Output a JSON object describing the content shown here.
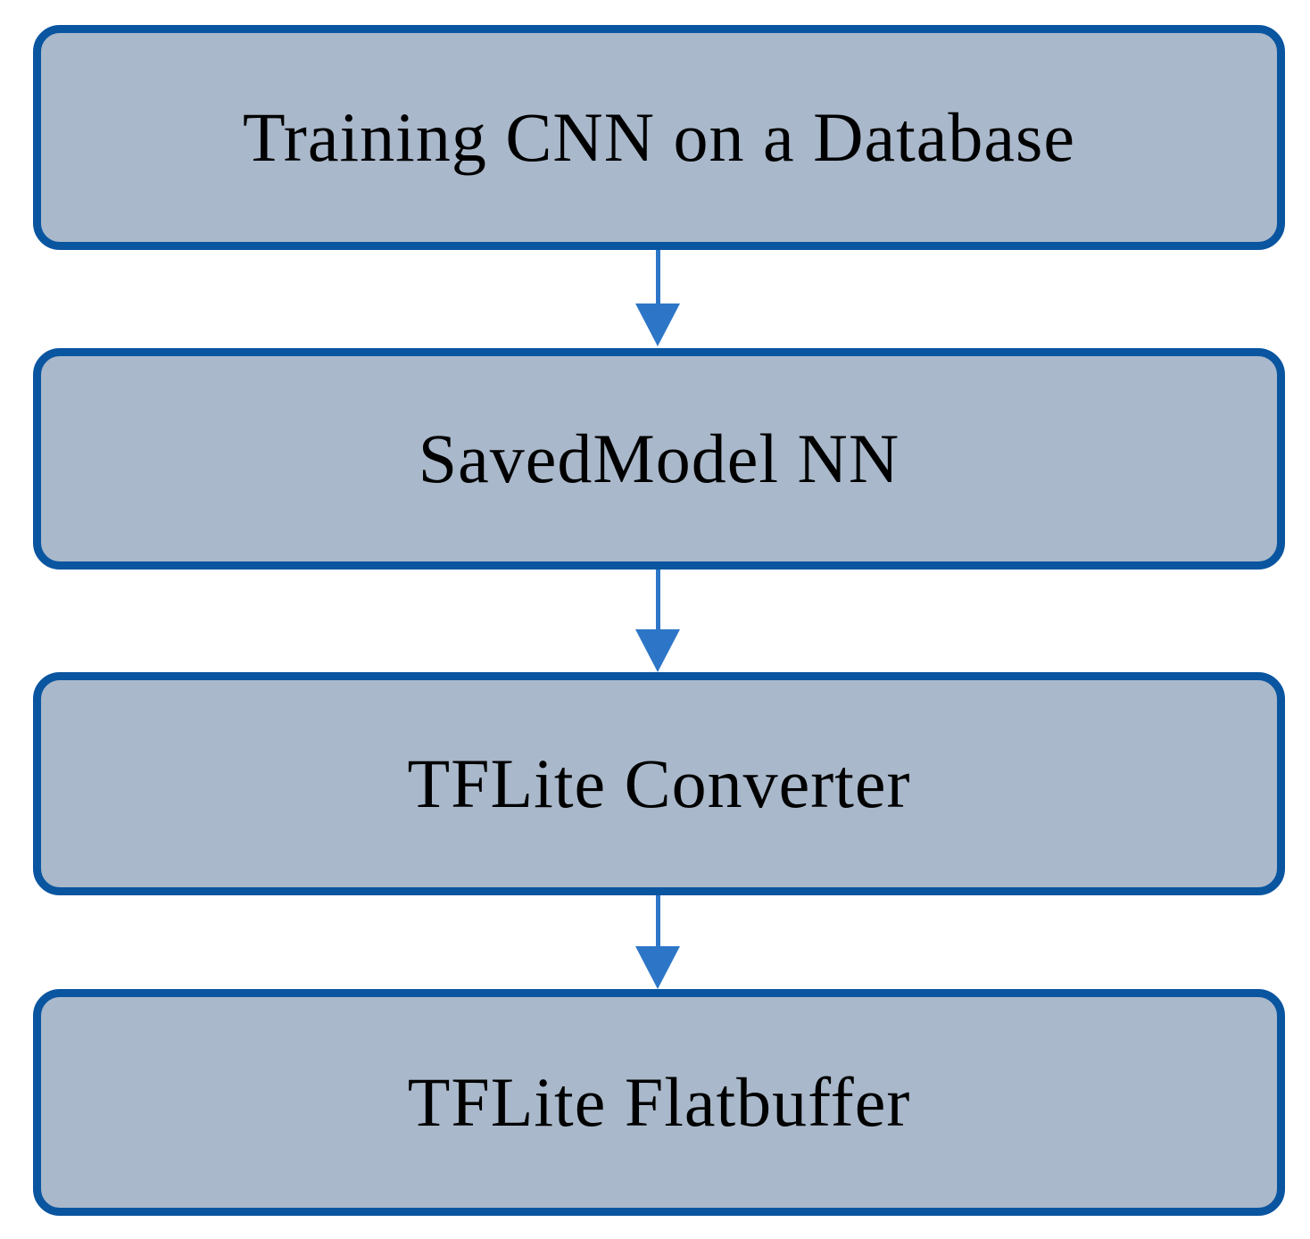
{
  "diagram": {
    "type": "flowchart",
    "direction": "top-down",
    "nodes": [
      {
        "id": "training-cnn",
        "label": "Training CNN on a Database"
      },
      {
        "id": "savedmodel-nn",
        "label": "SavedModel NN"
      },
      {
        "id": "tflite-converter",
        "label": "TFLite Converter"
      },
      {
        "id": "tflite-flatbuffer",
        "label": "TFLite Flatbuffer"
      }
    ],
    "edges": [
      {
        "from": "training-cnn",
        "to": "savedmodel-nn",
        "style": "arrow-down"
      },
      {
        "from": "savedmodel-nn",
        "to": "tflite-converter",
        "style": "arrow-down"
      },
      {
        "from": "tflite-converter",
        "to": "tflite-flatbuffer",
        "style": "arrow-down"
      }
    ],
    "colors": {
      "node_fill": "#a9b8ca",
      "node_border": "#0a55a0",
      "arrow": "#2d76c7",
      "text": "#000000",
      "background": "#ffffff"
    }
  }
}
